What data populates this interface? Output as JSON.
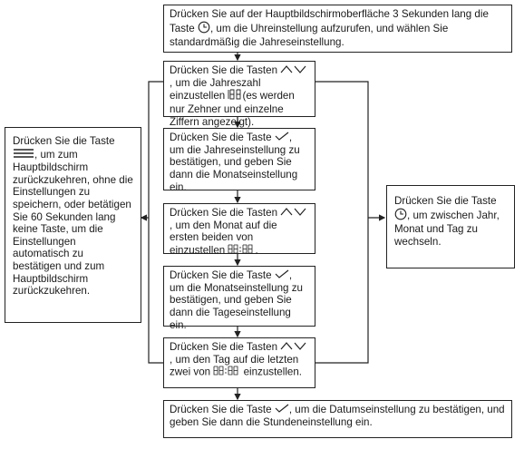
{
  "steps": {
    "s1": {
      "a": "Drücken Sie auf der Hauptbildschirmoberfläche 3 Sekunden lang die Taste",
      "b": ", um die Uhreinstellung aufzurufen, und wählen Sie standardmäßig die Jahreseinstellung."
    },
    "s2": {
      "a": "Drücken Sie die Tasten",
      "b": ", um die Jahreszahl einzustellen",
      "c": "(es werden nur Zehner und einzelne Ziffern angezeigt)."
    },
    "s3": {
      "a": "Drücken Sie die Taste",
      "b": ", um die Jahreseinstellung zu bestätigen, und geben Sie dann die Monatseinstellung ein."
    },
    "s4": {
      "a": "Drücken Sie die Tasten",
      "b": ", um den Monat auf die ersten beiden von einzustellen",
      "c": "."
    },
    "s5": {
      "a": "Drücken Sie die Taste",
      "b": ", um die Monatseinstellung zu bestätigen, und geben Sie dann die Tageseinstellung ein."
    },
    "s6": {
      "a": "Drücken Sie die Tasten",
      "b": ", um den Tag auf die letzten zwei von",
      "c": "einzustellen."
    },
    "s7": {
      "a": "Drücken Sie die Taste",
      "b": ", um die Datumseinstellung zu bestätigen, und geben Sie dann die Stundeneinstellung ein."
    }
  },
  "left_box": {
    "a": "Drücken Sie die Taste",
    "b": ", um zum Hauptbildschirm zurückzukehren, ohne die Einstellungen zu speichern, oder betätigen Sie 60 Sekunden lang keine Taste, um die Einstellungen automatisch zu bestätigen und zum Hauptbildschirm zurückzukehren."
  },
  "right_box": {
    "a": "Drücken Sie die Taste",
    "b": ", um zwischen Jahr, Monat und Tag zu wechseln."
  },
  "icons": [
    "clock-icon",
    "up-down-arrows-icon",
    "checkmark-icon",
    "menu-icon",
    "segment-digits-icon"
  ]
}
